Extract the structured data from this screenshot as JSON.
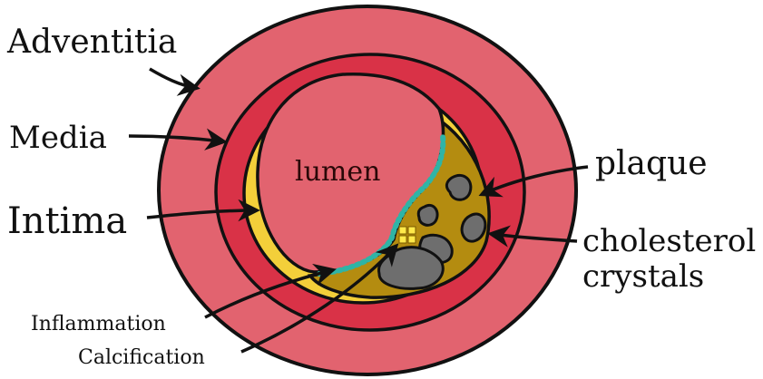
{
  "labels": {
    "adventitia": "Adventitia",
    "media": "Media",
    "intima": "Intima",
    "lumen": "lumen",
    "plaque": "plaque",
    "cholesterol_line1": "cholesterol",
    "cholesterol_line2": "crystals",
    "inflammation": "Inflammation",
    "calcification": "Calcification"
  },
  "colors": {
    "adventitia": "#e2636f",
    "media": "#d93247",
    "intima_ring": "#f3cf3a",
    "lumen": "#e2636f",
    "plaque": "#b48c10",
    "crystals": "#6e6e6e",
    "inflammation": "#2fb4a6",
    "calcification": "#ffe94a",
    "outline": "#111111"
  }
}
